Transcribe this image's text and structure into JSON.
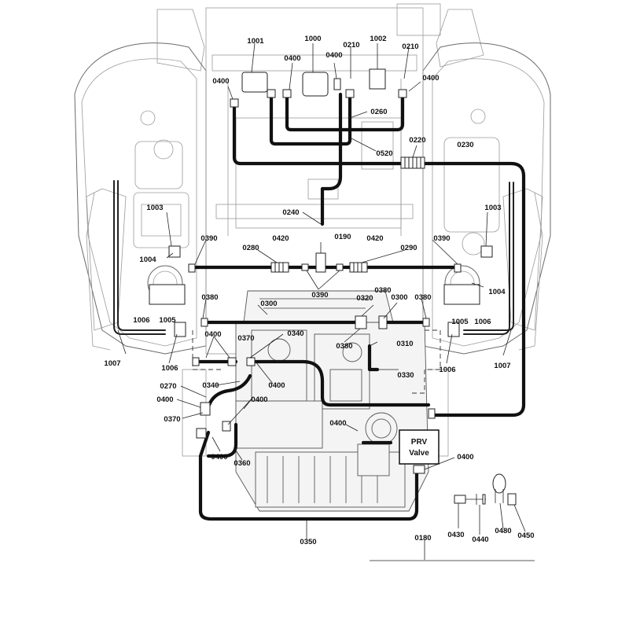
{
  "diagram": {
    "labels": {
      "l_1000": "1000",
      "l_1001": "1001",
      "l_1002": "1002",
      "l_0210a": "0210",
      "l_0210b": "0210",
      "l_0400_top1": "0400",
      "l_0400_top2": "0400",
      "l_0400_left": "0400",
      "l_0400_right": "0400",
      "l_0260": "0260",
      "l_0520": "0520",
      "l_0220": "0220",
      "l_0230": "0230",
      "l_0240": "0240",
      "l_1003_left": "1003",
      "l_1003_right": "1003",
      "l_1004_left": "1004",
      "l_1004_right": "1004",
      "l_0390_left": "0390",
      "l_0390_right": "0390",
      "l_0390_center": "0390",
      "l_0280": "0280",
      "l_0420_left": "0420",
      "l_0420_right": "0420",
      "l_0190": "0190",
      "l_0290": "0290",
      "l_0380_left": "0380",
      "l_0380_r1": "0380",
      "l_0380_r2": "0380",
      "l_0380_mid": "0380",
      "l_0300_left": "0300",
      "l_0300_right": "0300",
      "l_0320": "0320",
      "l_1005_left": "1005",
      "l_1005_right": "1005",
      "l_1006_left_a": "1006",
      "l_1006_left_b": "1006",
      "l_1006_right_a": "1006",
      "l_1006_right_b": "1006",
      "l_1007_left": "1007",
      "l_1007_right": "1007",
      "l_0400_mid_left": "0400",
      "l_0370_mid": "0370",
      "l_0340_top": "0340",
      "l_0310": "0310",
      "l_0330": "0330",
      "l_0340_bottom": "0340",
      "l_0400_mid_center": "0400",
      "l_0270": "0270",
      "l_0400_lower_left": "0400",
      "l_0400_lower_mid": "0400",
      "l_0370_lower": "0370",
      "l_0400_bottom_left": "0400",
      "l_0360": "0360",
      "l_0400_prv": "0400",
      "l_0400_prv_below": "0400",
      "l_0350": "0350",
      "l_0180": "0180",
      "l_0430": "0430",
      "l_0440": "0440",
      "l_0480": "0480",
      "l_0450": "0450"
    },
    "prv": {
      "line1": "PRV",
      "line2": "Valve"
    }
  }
}
